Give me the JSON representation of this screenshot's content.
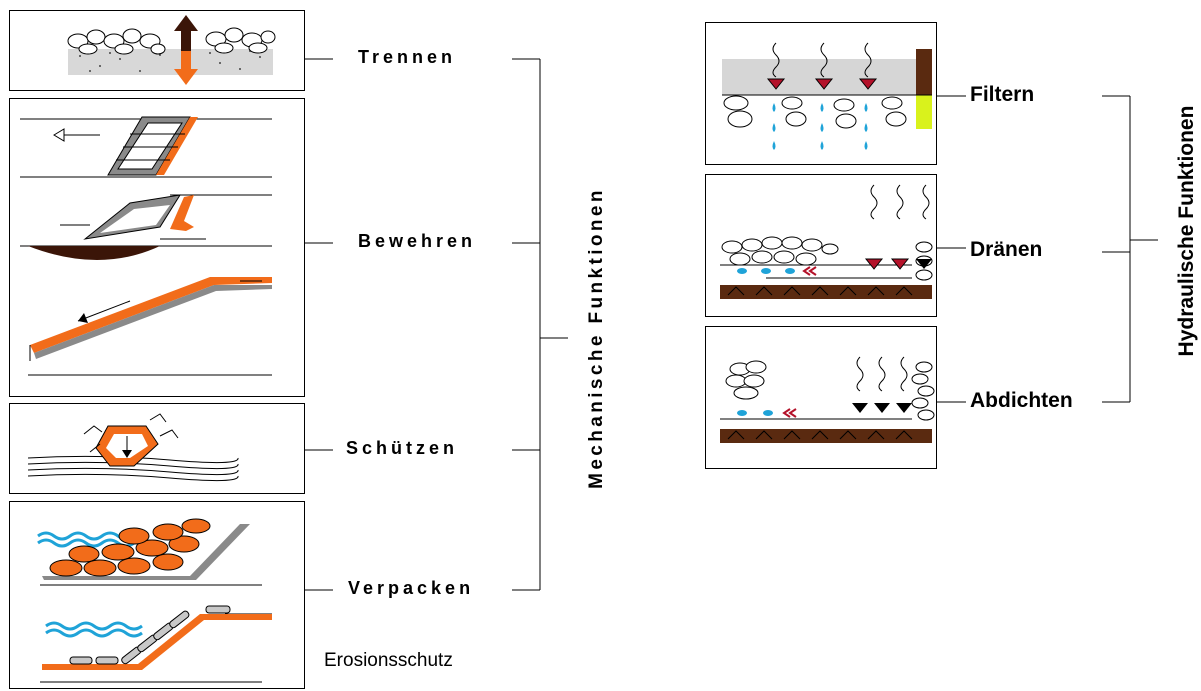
{
  "mechanical": {
    "group_label": "Mechanische Funktionen",
    "items": [
      "Trennen",
      "Bewehren",
      "Schützen",
      "Verpacken"
    ],
    "note": "Erosionsschutz"
  },
  "hydraulic": {
    "group_label": "Hydraulische Funktionen",
    "items": [
      "Filtern",
      "Dränen",
      "Abdichten"
    ]
  },
  "colors": {
    "orange": "#f26c1a",
    "dark_brown": "#3b1508",
    "soil_brown": "#5a2a10",
    "water_blue": "#1fa3d8",
    "gray": "#8a8a8a",
    "yellow_green": "#d9f21c",
    "arrow_red": "#b4122a"
  }
}
